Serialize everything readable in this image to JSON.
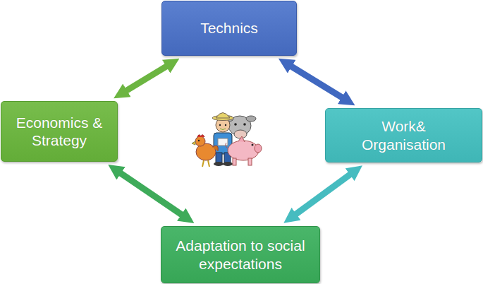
{
  "diagram": {
    "nodes": [
      {
        "text": [
          "Technics"
        ]
      },
      {
        "text": [
          "Economics & Strategy"
        ]
      },
      {
        "text": [
          "Work& Organisation"
        ]
      },
      {
        "text": [
          "Adaptation to social expectations"
        ]
      }
    ],
    "edges": [
      {
        "from": 0,
        "to": 2,
        "arrow": "both"
      },
      {
        "from": 2,
        "to": 3,
        "arrow": "both"
      },
      {
        "from": 3,
        "to": 1,
        "arrow": "both"
      },
      {
        "from": 1,
        "to": 0,
        "arrow": "both"
      }
    ]
  }
}
